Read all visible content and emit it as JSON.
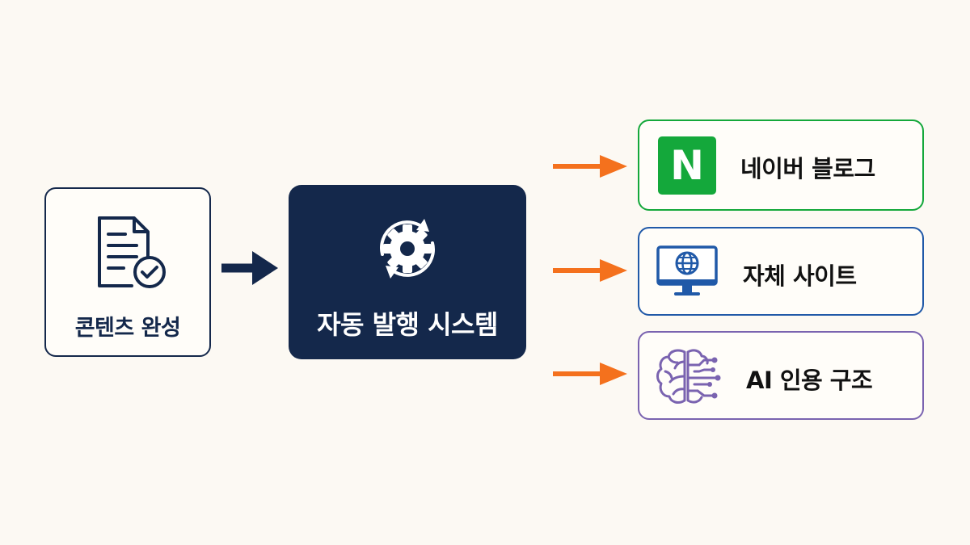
{
  "nodes": {
    "content": {
      "label": "콘텐츠 완성",
      "icon": "document-check-icon"
    },
    "system": {
      "label": "자동 발행 시스템",
      "icon": "gear-cycle-icon"
    },
    "naver": {
      "label": "네이버 블로그",
      "icon": "naver-logo-icon",
      "logo_text": "N"
    },
    "site": {
      "label": "자체 사이트",
      "icon": "globe-monitor-icon"
    },
    "ai": {
      "label": "AI 인용 구조",
      "icon": "brain-circuit-icon"
    }
  },
  "colors": {
    "background": "#fcf9f3",
    "navy": "#14284b",
    "orange": "#f4711d",
    "naver_green": "#14a83b",
    "site_blue": "#2059a8",
    "ai_purple": "#7a63b0"
  }
}
